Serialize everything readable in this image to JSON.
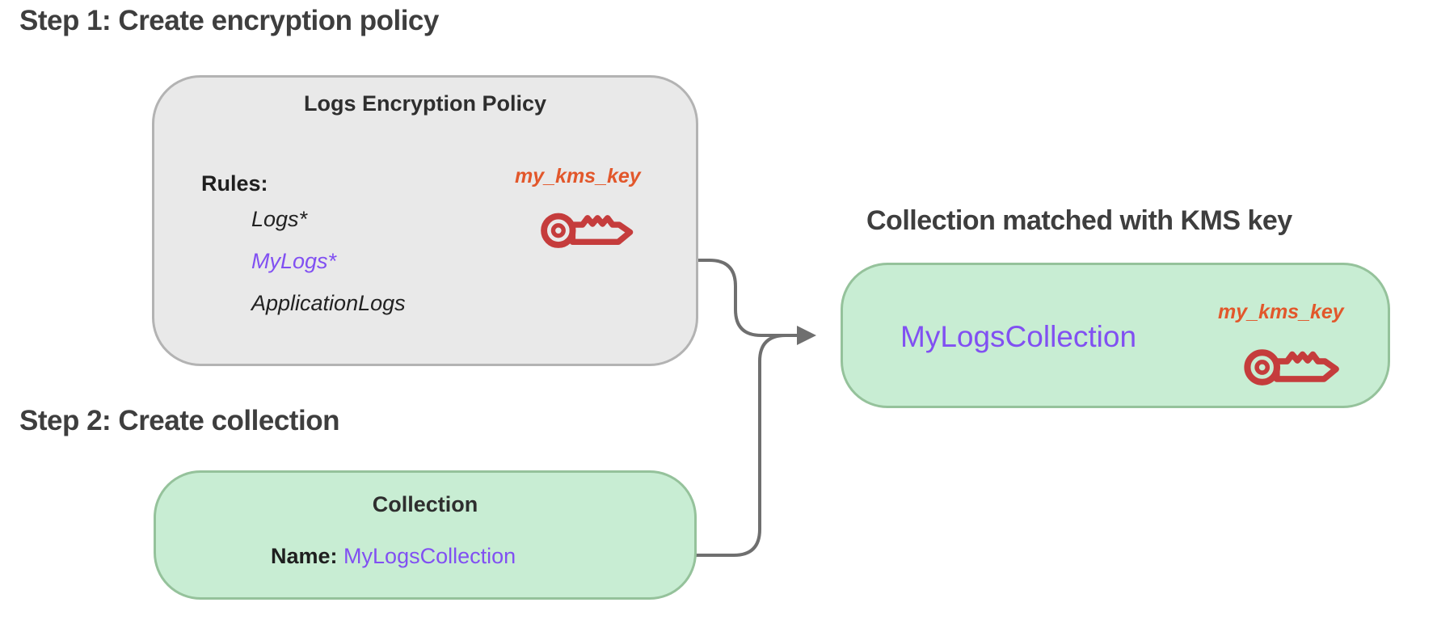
{
  "headings": {
    "step1": "Step 1: Create encryption policy",
    "step2": "Step 2: Create collection",
    "matched": "Collection matched with KMS key"
  },
  "policy_box": {
    "title": "Logs Encryption Policy",
    "rules_label": "Rules:",
    "rules": [
      "Logs*",
      "MyLogs*",
      "ApplicationLogs"
    ],
    "matched_rule": "MyLogs*",
    "kms_key_label": "my_kms_key"
  },
  "collection_box": {
    "title": "Collection",
    "name_label": "Name:",
    "name_value": "MyLogsCollection"
  },
  "matched_box": {
    "collection_name": "MyLogsCollection",
    "kms_key_label": "my_kms_key"
  },
  "icons": {
    "kms_key": "key-icon",
    "arrow": "arrowhead-icon"
  },
  "colors": {
    "heading": "#3e3e3e",
    "purple": "#8150f2",
    "orange": "#e2572b",
    "key_red": "#c53c3c",
    "arrow": "#6f6f6f",
    "gray_box_fill": "#e9e9e9",
    "gray_box_border": "#b3b3b3",
    "green_box_fill": "#c8edd3",
    "green_box_border": "#95c29b",
    "rule_text": "#222222"
  }
}
